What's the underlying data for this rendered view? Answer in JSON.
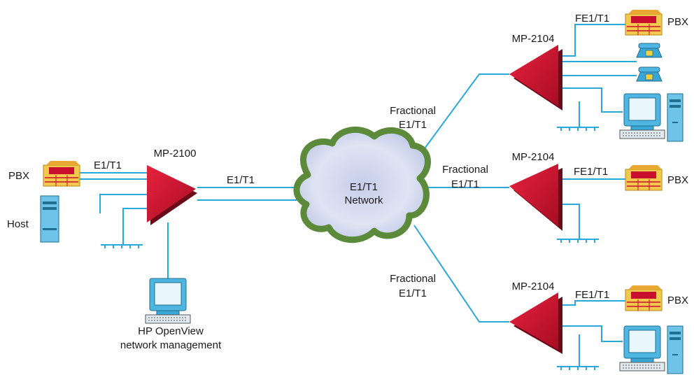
{
  "nodes": {
    "mp2100": "MP-2100",
    "mp2104_top": "MP-2104",
    "mp2104_mid": "MP-2104",
    "mp2104_bot": "MP-2104",
    "cloud_line1": "E1/T1",
    "cloud_line2": "Network"
  },
  "devices": {
    "pbx_left": "PBX",
    "host": "Host",
    "pbx_top": "PBX",
    "pbx_mid": "PBX",
    "pbx_bot": "PBX",
    "nms_line1": "HP OpenView",
    "nms_line2": "network management"
  },
  "links": {
    "left_e1t1": "E1/T1",
    "mp2100_e1t1": "E1/T1",
    "frac_top_line1": "Fractional",
    "frac_top_line2": "E1/T1",
    "frac_mid_line1": "Fractional",
    "frac_mid_line2": "E1/T1",
    "frac_bot_line1": "Fractional",
    "frac_bot_line2": "E1/T1",
    "fe1_top": "FE1/T1",
    "fe1_mid": "FE1/T1",
    "fe1_bot": "FE1/T1"
  },
  "colors": {
    "mux_red": "#c8102e",
    "link_blue": "#29a8dc",
    "cloud_green": "#5a8a3a"
  }
}
